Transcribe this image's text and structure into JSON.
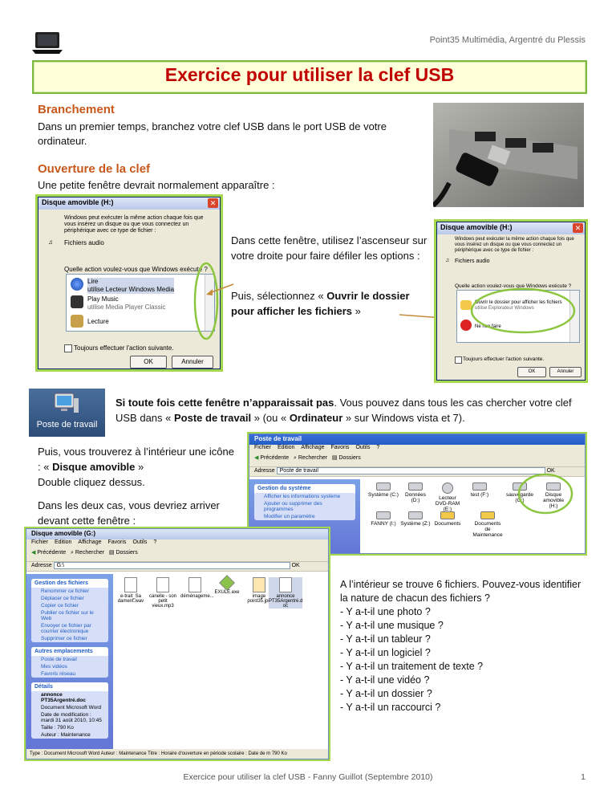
{
  "header": {
    "org": "Point35 Multimédia, Argentré du Plessis"
  },
  "title": "Exercice pour utiliser la clef USB",
  "section1": {
    "heading": "Branchement",
    "text": "Dans un premier temps, branchez votre clef USB dans le port USB de votre ordinateur."
  },
  "section2": {
    "heading": "Ouverture de la clef",
    "text": "Une petite fenêtre devrait normalement apparaître :"
  },
  "dialog1": {
    "title": "Disque amovible (H:)",
    "intro": "Windows peut exécuter la même action chaque fois que vous insérez un disque ou que vous connectez un périphérique avec ce type de fichier :",
    "filetype": "Fichiers audio",
    "question": "Quelle action voulez-vous que Windows exécute ?",
    "items": [
      {
        "l1": "Lire",
        "l2": "utilise Lecteur Windows Media"
      },
      {
        "l1": "Play Music",
        "l2": "utilise Media Player Classic"
      },
      {
        "l1": "Lecture",
        "l2": ""
      }
    ],
    "checkbox": "Toujours effectuer l'action suivante.",
    "ok": "OK",
    "cancel": "Annuler"
  },
  "middle": {
    "p1": "Dans cette fenêtre, utilisez l’ascenseur sur votre droite pour faire défiler les options :",
    "p2_a": "Puis, sélectionnez « ",
    "p2_b": "Ouvrir le dossier pour afficher les fichiers",
    "p2_c": " »"
  },
  "dialog2": {
    "title": "Disque amovible (H:)",
    "intro": "Windows peut exécuter la même action chaque fois que vous insérez un disque ou que vous connectez un périphérique avec ce type de fichier :",
    "filetype": "Fichiers audio",
    "question": "Quelle action voulez-vous que Windows exécute ?",
    "items": [
      {
        "l1": "Ouvrir le dossier pour afficher les fichiers",
        "l2": "utilise Explorateur Windows"
      },
      {
        "l1": "Ne rien faire",
        "l2": ""
      }
    ],
    "checkbox": "Toujours effectuer l'action suivante.",
    "ok": "OK",
    "cancel": "Annuler"
  },
  "poste": {
    "icon_label": "Poste de travail",
    "t1": "Si toute fois cette fenêtre n’apparaissait pas",
    "t2": ". Vous pouvez dans tous les cas chercher votre clef USB dans « ",
    "t3": "Poste de travail",
    "t4": " » (ou « ",
    "t5": "Ordinateur",
    "t6": " » sur Windows vista et 7)."
  },
  "left_text": {
    "p1a": "Puis, vous trouverez à l’intérieur une icône : « ",
    "p1b": "Disque amovible",
    "p1c": " »",
    "p2": "Double cliquez dessus.",
    "p3": "Dans les deux cas, vous devriez arriver devant cette fenêtre :"
  },
  "explorer1": {
    "title": "Poste de travail",
    "menu": [
      "Fichier",
      "Edition",
      "Affichage",
      "Favoris",
      "Outils",
      "?"
    ],
    "tools": [
      "Précédente",
      "Rechercher",
      "Dossiers"
    ],
    "address_label": "Adresse",
    "address": "Poste de travail",
    "go": "OK",
    "side_head": "Gestion du système",
    "side_items": [
      "Afficher les informations système",
      "Ajouter ou supprimer des programmes",
      "Modifier un paramètre"
    ],
    "drives": [
      "Système (C:)",
      "Données (D:)",
      "Lecteur DVD-RAM (E:)",
      "test (F:)",
      "sauvegarde (G:)",
      "Disque amovible (H:)",
      "FANNY (I:)",
      "Système (Z:)",
      "Documents",
      "Documents de Maintenance"
    ]
  },
  "explorer2": {
    "title": "Disque amovible (G:)",
    "menu": [
      "Fichier",
      "Edition",
      "Affichage",
      "Favoris",
      "Outils",
      "?"
    ],
    "tools": [
      "Précédente",
      "Rechercher",
      "Dossiers"
    ],
    "address_label": "Adresse",
    "address": "G:\\",
    "go": "OK",
    "panel1_head": "Gestion des fichiers",
    "panel1_items": [
      "Renommer ce fichier",
      "Déplacer ce fichier",
      "Copier ce fichier",
      "Publier ce fichier sur le Web",
      "Envoyer ce fichier par courrier électronique",
      "Supprimer ce fichier"
    ],
    "panel2_head": "Autres emplacements",
    "panel2_items": [
      "Poste de travail",
      "Mes vidéos",
      "Favoris réseau"
    ],
    "panel3_head": "Détails",
    "details": [
      "annonce PT35Argentré.doc",
      "Document Microsoft Word",
      "Date de modification : mardi 31 août 2010, 10:45",
      "Taille : 790 Ko",
      "Auteur : Maintenance"
    ],
    "files": [
      "e-trait_Sa dament.wav",
      "canelle - son petit vieux.mp3",
      "déménageme...",
      "EXULE.exe",
      "image point35.jpg",
      "annonce PT35Argentré.d oc"
    ],
    "status": "Type : Document Microsoft Word Auteur : Maintenance Titre : Horaire d'ouverture en période scolaire : Date de m 790 Ko"
  },
  "questions": {
    "intro": "A l’intérieur se trouve 6 fichiers. Pouvez-vous identifier la nature de chacun des fichiers ?",
    "items": [
      "- Y a-t-il une photo ?",
      "- Y a-t-il une musique ?",
      "- Y a-t-il un tableur ?",
      "- Y a-t-il un logiciel ?",
      "- Y a-t-il un traitement de texte ?",
      "- Y a-t-il une vidéo ?",
      "- Y a-t-il un dossier ?",
      "- Y a-t-il un raccourci ?"
    ]
  },
  "footer": {
    "text": "Exercice pour utiliser la clef USB - Fanny Guillot (Septembre 2010)",
    "page": "1"
  }
}
